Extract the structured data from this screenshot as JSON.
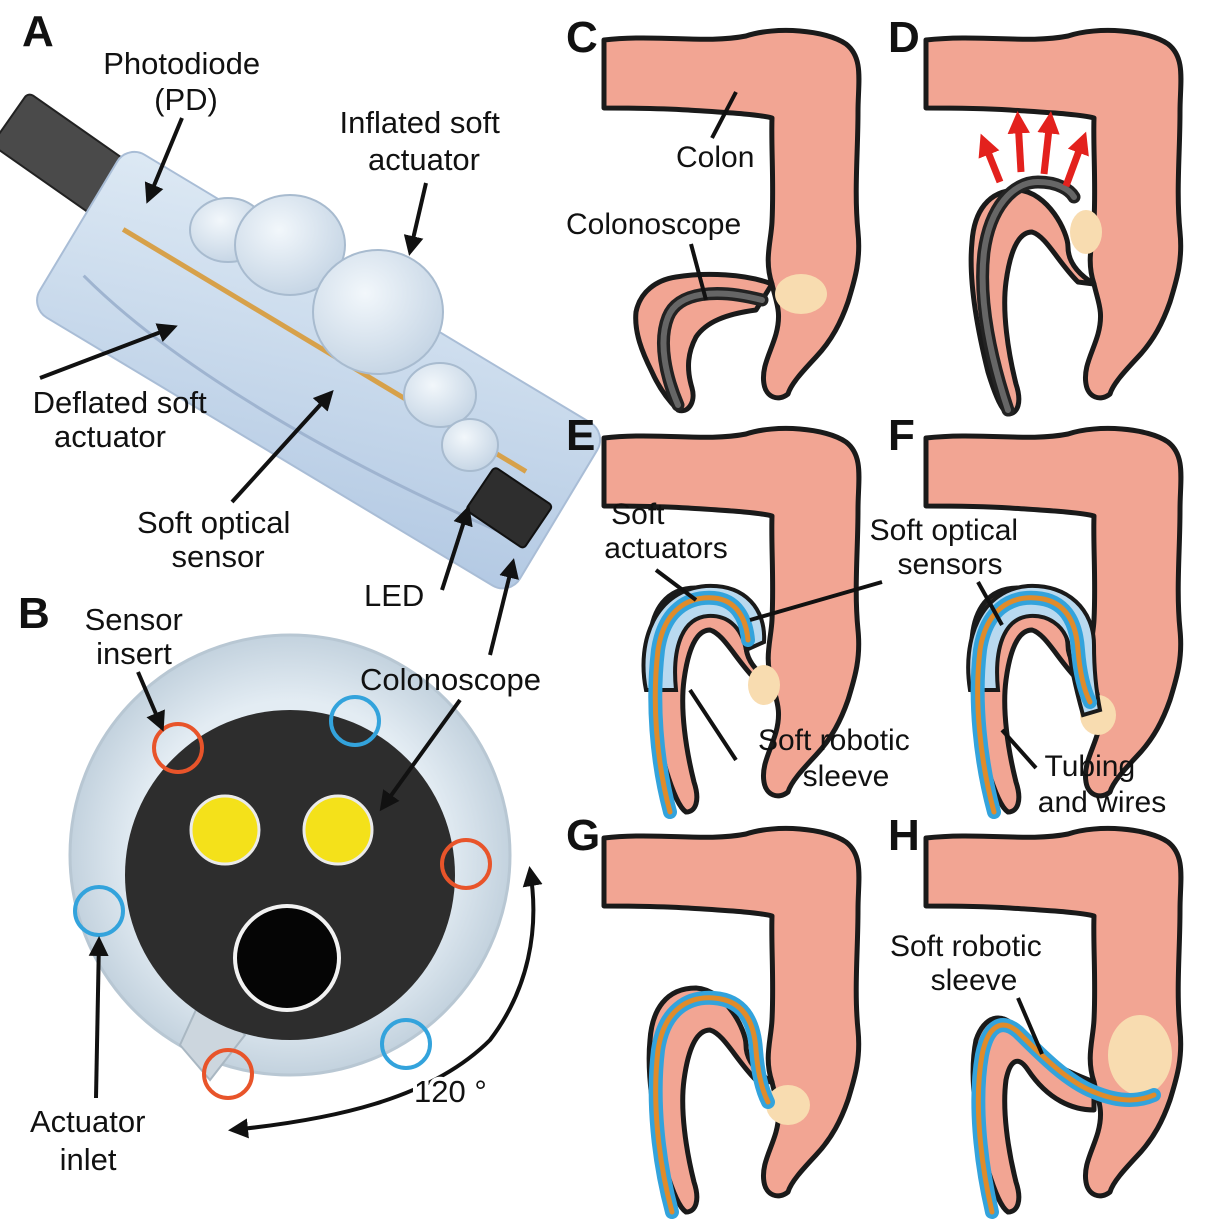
{
  "panel_labels": [
    "A",
    "B",
    "C",
    "D",
    "E",
    "F",
    "G",
    "H"
  ],
  "panel_a": {
    "photodiode": [
      "Photodiode",
      "(PD)"
    ],
    "inflated": [
      "Inflated soft",
      "actuator"
    ],
    "deflated": [
      "Deflated soft",
      "actuator"
    ],
    "optical_sensor": [
      "Soft optical",
      "sensor"
    ],
    "led": "LED"
  },
  "panel_b": {
    "sensor_insert": [
      "Sensor",
      "insert"
    ],
    "colonoscope": "Colonoscope",
    "actuator_inlet": [
      "Actuator",
      "inlet"
    ],
    "angle": "120 °"
  },
  "panel_c": {
    "colon": "Colon",
    "colonoscope": "Colonoscope"
  },
  "panel_ef": {
    "actuators": [
      "Soft",
      "actuators"
    ],
    "optical_sensors": [
      "Soft optical",
      "sensors"
    ],
    "sleeve": [
      "Soft robotic",
      "sleeve"
    ],
    "tubing": [
      "Tubing",
      "and wires"
    ]
  },
  "panel_h": {
    "sleeve": [
      "Soft robotic",
      "sleeve"
    ]
  },
  "colors": {
    "colon": "#f2a593",
    "cecum": "#f8dcb0",
    "scope": "#222222",
    "sleeve_blue": "#33a3dc",
    "sensor_orange": "#e08b2a",
    "actuator_fill": "#b9d9ef",
    "sensor_ring": "#e8542a",
    "actuator_ring": "#33a3dc",
    "arrow_red": "#e3211d",
    "lens_yellow": "#f4e11a"
  }
}
